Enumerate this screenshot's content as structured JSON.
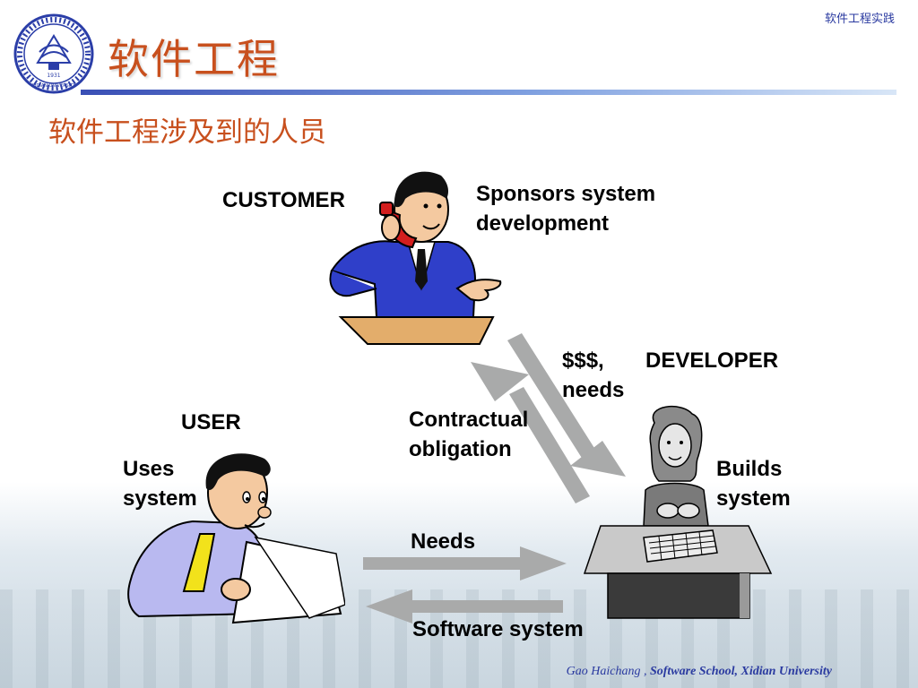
{
  "header": {
    "course_tag": "软件工程实践",
    "title": "软件工程",
    "subtitle": "软件工程涉及到的人员"
  },
  "logo": {
    "text": "XIDIAN UNIVERSITY",
    "year": "1931"
  },
  "diagram": {
    "customer": {
      "title": "CUSTOMER",
      "desc_line1": "Sponsors system",
      "desc_line2": "development"
    },
    "user": {
      "title": "USER",
      "desc_line1": "Uses",
      "desc_line2": "system"
    },
    "developer": {
      "title": "DEVELOPER",
      "desc_line1": "Builds",
      "desc_line2": "system"
    },
    "flows": {
      "money_line1": "$$$,",
      "money_line2": "needs",
      "contract_line1": "Contractual",
      "contract_line2": "obligation",
      "needs": "Needs",
      "software": "Software system"
    }
  },
  "footer": {
    "author": "Gao Haichang ,",
    "school": "Software School,",
    "university": "Xidian University"
  },
  "colors": {
    "title": "#c8501e",
    "rule_start": "#3a4fb5",
    "arrow": "#a9aaaa",
    "customer_suit": "#2f3fc9",
    "user_shirt": "#b9b9f0",
    "tie": "#f2e21b"
  }
}
